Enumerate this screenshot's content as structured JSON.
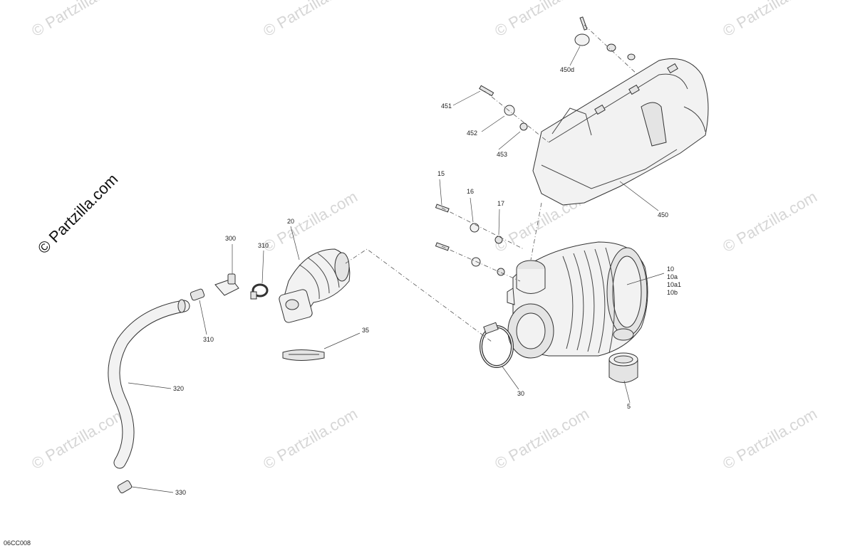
{
  "diagram": {
    "code": "06CC008",
    "watermark_main": "© Partzilla.com",
    "watermark_repeat": "© Partzilla.com",
    "callouts": {
      "c450d": "450d",
      "c451": "451",
      "c452": "452",
      "c453": "453",
      "c450": "450",
      "c15": "15",
      "c16": "16",
      "c17": "17",
      "c10": "10",
      "c10a": "10a",
      "c10a1": "10a1",
      "c10b": "10b",
      "c30": "30",
      "c5": "5",
      "c20": "20",
      "c300": "300",
      "c310a": "310",
      "c310b": "310",
      "c35": "35",
      "c320": "320",
      "c330": "330"
    }
  }
}
